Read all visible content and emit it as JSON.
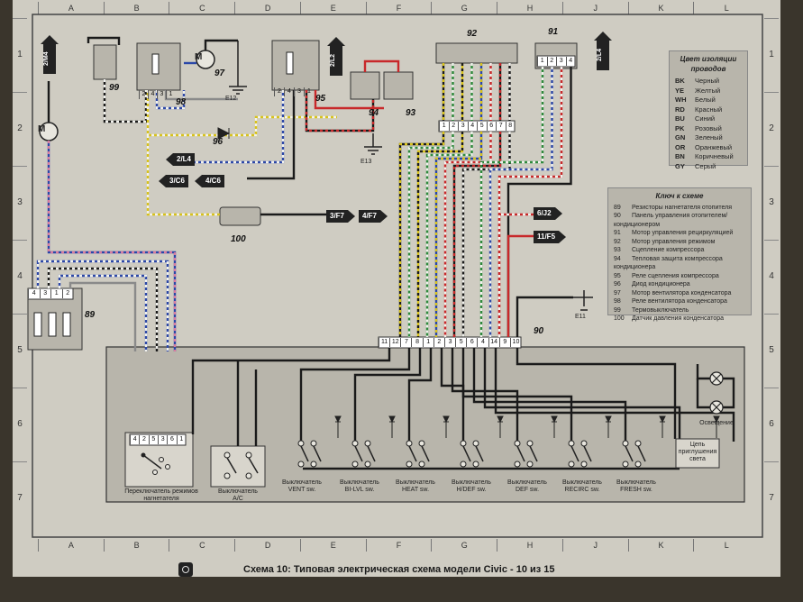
{
  "caption": "Схема 10: Типовая электрическая схема модели Civic - 10 из 15",
  "grid_columns": [
    "A",
    "B",
    "C",
    "D",
    "E",
    "F",
    "G",
    "H",
    "J",
    "K",
    "L"
  ],
  "grid_rows": [
    "1",
    "2",
    "3",
    "4",
    "5",
    "6",
    "7"
  ],
  "color_legend": {
    "title": "Цвет изоляции проводов",
    "items": [
      {
        "code": "BK",
        "name": "Черный"
      },
      {
        "code": "YE",
        "name": "Желтый"
      },
      {
        "code": "WH",
        "name": "Белый"
      },
      {
        "code": "RD",
        "name": "Красный"
      },
      {
        "code": "BU",
        "name": "Синий"
      },
      {
        "code": "PK",
        "name": "Розовый"
      },
      {
        "code": "GN",
        "name": "Зеленый"
      },
      {
        "code": "OR",
        "name": "Оранжевый"
      },
      {
        "code": "BN",
        "name": "Коричневый"
      },
      {
        "code": "GY",
        "name": "Серый"
      }
    ]
  },
  "key_legend": {
    "title": "Ключ к схеме",
    "items": [
      {
        "num": "89",
        "text": "Резисторы нагнетателя отопителя"
      },
      {
        "num": "90",
        "text": "Панель управления отопителем/ кондиционером"
      },
      {
        "num": "91",
        "text": "Мотор управления рециркуляцией"
      },
      {
        "num": "92",
        "text": "Мотор управления режимом"
      },
      {
        "num": "93",
        "text": "Сцепление компрессора"
      },
      {
        "num": "94",
        "text": "Тепловая защита компрессора кондиционера"
      },
      {
        "num": "95",
        "text": "Реле сцепления компрессора"
      },
      {
        "num": "96",
        "text": "Диод кондиционера"
      },
      {
        "num": "97",
        "text": "Мотор вентилятора конденсатора"
      },
      {
        "num": "98",
        "text": "Реле вентилятора конденсатора"
      },
      {
        "num": "99",
        "text": "Термовыключатель"
      },
      {
        "num": "100",
        "text": "Датчик давления конденсатора"
      }
    ]
  },
  "components": {
    "c89": "89",
    "c90": "90",
    "c91": "91",
    "c92": "92",
    "c93": "93",
    "c94": "94",
    "c95": "95",
    "c96": "96",
    "c97": "97",
    "c98": "98",
    "c99": "99",
    "c100": "100"
  },
  "grounds": {
    "e11": "E11",
    "e12": "E12",
    "e13": "E13"
  },
  "connectors": {
    "to_2m4": "2/M4",
    "to_2l2": "2/L2",
    "to_2l4_top": "2/L4",
    "to_2l4": "2/L4",
    "to_3c6": "3/C6",
    "to_4c6": "4/C6",
    "to_3f7": "3/F7",
    "to_4f7": "4/F7",
    "to_6j2": "6/J2",
    "to_11f5": "11/F5"
  },
  "pins": {
    "p92": [
      "1",
      "2",
      "3",
      "4",
      "5",
      "6",
      "7",
      "8"
    ],
    "p91": [
      "1",
      "2",
      "3",
      "4"
    ],
    "p89": [
      "4",
      "3",
      "1",
      "2"
    ],
    "p98": [
      "2",
      "4",
      "3",
      "1"
    ],
    "p95": [
      "2",
      "4",
      "3",
      "1"
    ],
    "p90": [
      "11",
      "12",
      "7",
      "8",
      "1",
      "2",
      "3",
      "5",
      "6",
      "4",
      "14",
      "9",
      "10"
    ],
    "p_blower": [
      "4",
      "2",
      "5",
      "3",
      "6",
      "1"
    ]
  },
  "switch_labels": {
    "blower": "Переключатель режимов нагнетателя",
    "ac": "Выключатель A/C",
    "vent": "Выключатель VENT sw.",
    "bilvl": "Выключатель BI-LVL sw.",
    "heat": "Выключатель HEAT sw.",
    "hdef": "Выключатель H/DEF sw.",
    "def": "Выключатель DEF sw.",
    "recirc": "Выключатель RECIRC sw.",
    "fresh": "Выключатель FRESH sw.",
    "dimmer": "Цепь приглушения света",
    "lighting": "Освещение"
  },
  "motor_symbol": "M",
  "wire_colors": {
    "black": "#1a1a1a",
    "red": "#c8282a",
    "yellow": "#d8c21a",
    "green": "#2e8a3c",
    "blue": "#2b47a8",
    "pink": "#d77aa0",
    "white": "#f2f2ee",
    "brown": "#6b4b2b",
    "orange": "#d47a22",
    "grey": "#8a8a8a",
    "teal": "#2a8c8a"
  }
}
